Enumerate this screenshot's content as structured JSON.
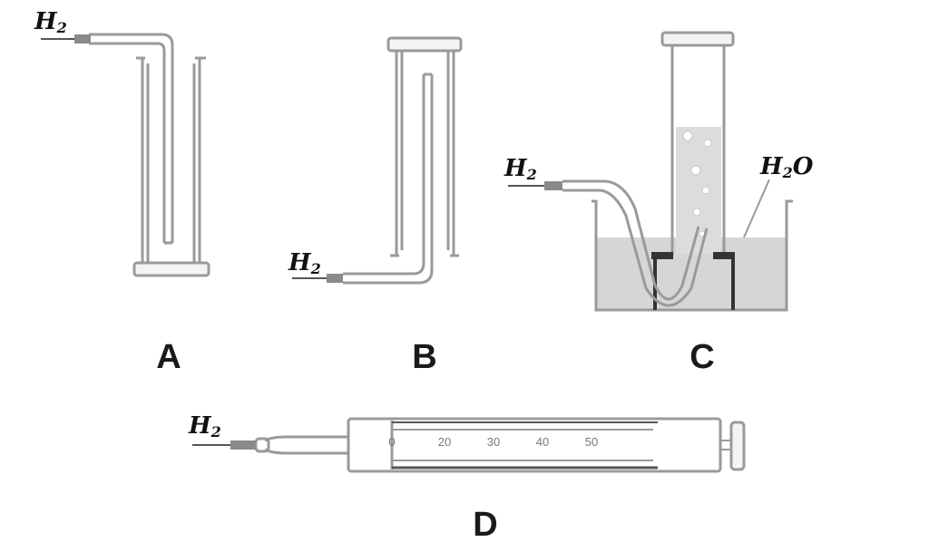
{
  "labels": {
    "h2": "H",
    "h2_sub": "2",
    "h2o_h": "H",
    "h2o_sub": "2",
    "h2o_o": "O"
  },
  "panels": {
    "a": "A",
    "b": "B",
    "c": "C",
    "d": "D"
  },
  "syringe_scale": [
    "0",
    "20",
    "30",
    "40",
    "50"
  ]
}
